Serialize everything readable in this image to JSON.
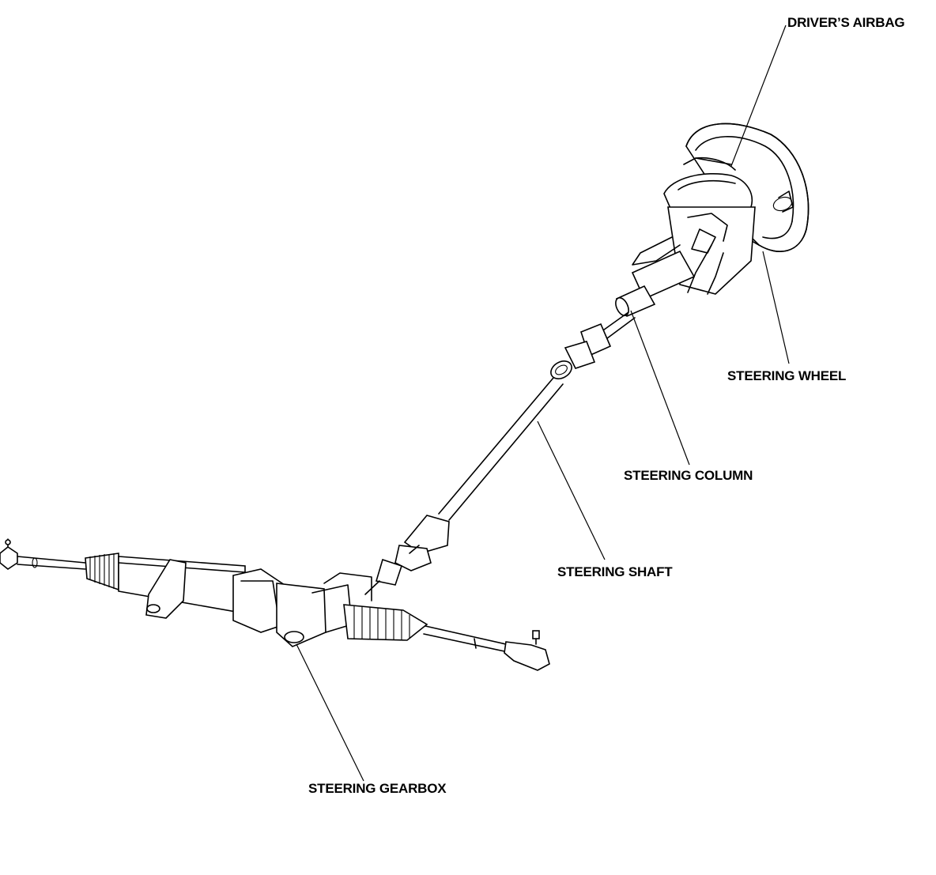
{
  "labels": {
    "drivers_airbag": "DRIVER’S AIRBAG",
    "steering_wheel": "STEERING WHEEL",
    "steering_column": "STEERING COLUMN",
    "steering_shaft": "STEERING SHAFT",
    "steering_gearbox": "STEERING GEARBOX"
  }
}
